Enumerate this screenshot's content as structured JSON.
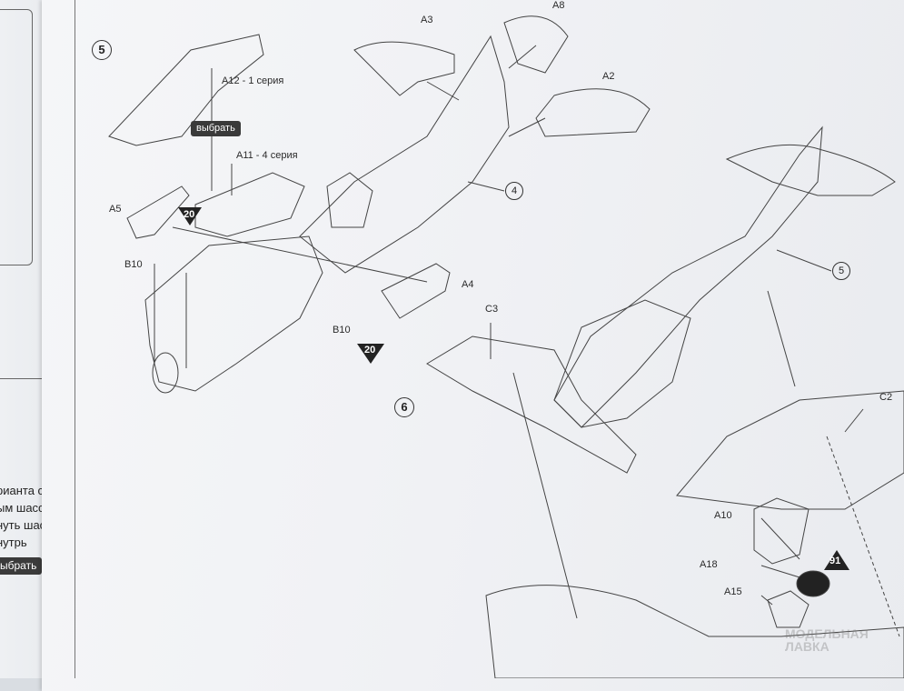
{
  "left_page": {
    "text_lines": [
      "рианта с",
      "ым шасси,",
      "нуть шасси",
      "нутрь"
    ],
    "button_label": "ыбрать"
  },
  "steps": {
    "step5_number": "5",
    "step6_number": "6"
  },
  "part_labels": {
    "a3": "A3",
    "a8": "A8",
    "a2": "A2",
    "a12": "A12 - 1 серия",
    "a11": "A11 - 4 серия",
    "a5": "A5",
    "b10_top": "B10",
    "b10_bottom": "B10",
    "a4": "A4",
    "c3": "C3",
    "c2": "C2",
    "a10": "A10",
    "a18": "A18",
    "a15": "A15"
  },
  "callouts": {
    "fuselage_step4": "4",
    "fuselage_step5": "5"
  },
  "chip_select": "выбрать",
  "paint_refs": {
    "ref_20_upper": "20",
    "ref_20_lower": "20",
    "ref_91": "91"
  },
  "watermark": "МОДЕЛЬНАЯ ЛАВКА"
}
